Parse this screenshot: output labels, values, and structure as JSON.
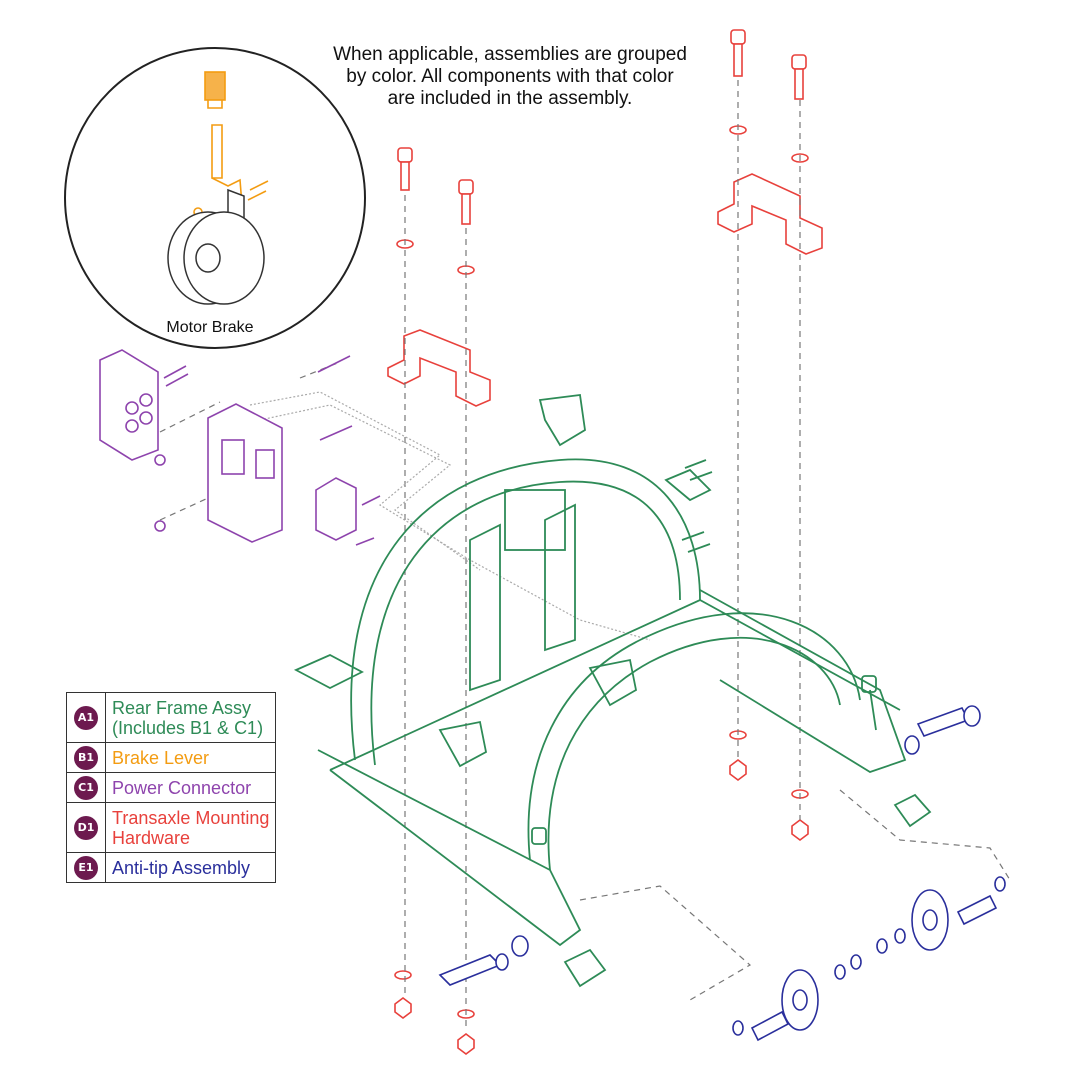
{
  "note": {
    "lines": [
      "When applicable, assemblies are grouped",
      "by color. All components with that color",
      "are included in the assembly."
    ]
  },
  "inset": {
    "caption": "Motor Brake"
  },
  "colors": {
    "frame": "#2e8b57",
    "brake": "#f39c12",
    "connector": "#8e44ad",
    "hardware": "#e8413c",
    "antitip": "#2a2f9c",
    "badge": "#6d1a4f",
    "gray": "#9a9a9a"
  },
  "legend": {
    "items": [
      {
        "code": "A1",
        "lines": [
          "Rear Frame Assy",
          "(Includes B1 & C1)"
        ],
        "color": "#2e8b57"
      },
      {
        "code": "B1",
        "lines": [
          "Brake Lever"
        ],
        "color": "#f39c12"
      },
      {
        "code": "C1",
        "lines": [
          "Power Connector"
        ],
        "color": "#8e44ad"
      },
      {
        "code": "D1",
        "lines": [
          "Transaxle Mounting",
          "Hardware"
        ],
        "color": "#e8413c"
      },
      {
        "code": "E1",
        "lines": [
          "Anti-tip Assembly"
        ],
        "color": "#2a2f9c"
      }
    ]
  }
}
